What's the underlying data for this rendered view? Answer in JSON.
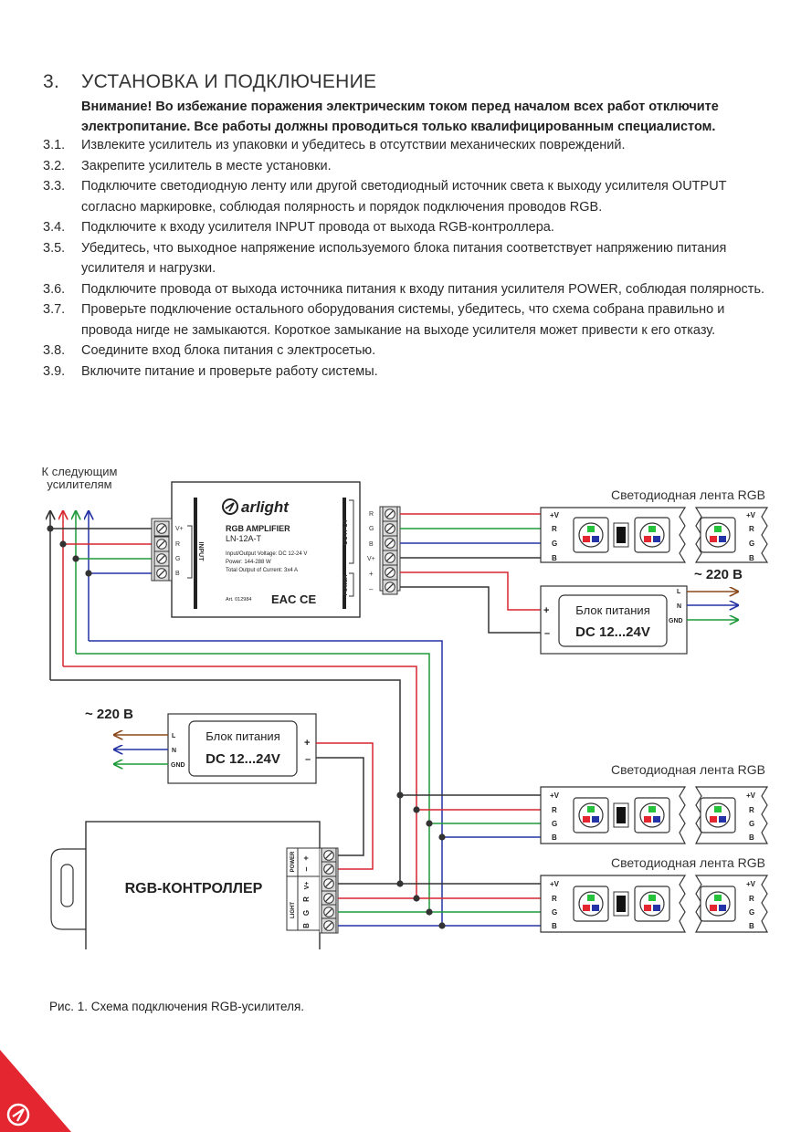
{
  "section": {
    "number": "3.",
    "title": "УСТАНОВКА И ПОДКЛЮЧЕНИЕ",
    "warning": "Внимание! Во избежание поражения электрическим током перед началом всех работ отключите электропитание. Все работы должны проводиться только квалифицированным специалистом."
  },
  "steps": [
    {
      "num": "3.1.",
      "text": "Извлеките усилитель из упаковки и убедитесь в отсутствии механических повреждений."
    },
    {
      "num": "3.2.",
      "text": "Закрепите усилитель в месте установки."
    },
    {
      "num": "3.3.",
      "text": "Подключите светодиодную ленту или другой светодиодный источник света к выходу усилителя OUTPUT согласно маркировке, соблюдая полярность и порядок подключения проводов RGB."
    },
    {
      "num": "3.4.",
      "text": "Подключите к входу усилителя INPUT провода от выхода RGB-контроллера."
    },
    {
      "num": "3.5.",
      "text": "Убедитесь, что выходное напряжение используемого блока питания соответствует напряжению питания усилителя и нагрузки."
    },
    {
      "num": "3.6.",
      "text": "Подключите провода от выхода источника питания к входу питания усилителя POWER, соблюдая полярность."
    },
    {
      "num": "3.7.",
      "text": "Проверьте подключение остального оборудования системы, убедитесь, что схема собрана правильно и провода нигде не замыкаются. Короткое замыкание на выходе усилителя может привести к его отказу."
    },
    {
      "num": "3.8.",
      "text": "Соедините вход блока питания с электросетью."
    },
    {
      "num": "3.9.",
      "text": "Включите питание и проверьте работу системы."
    }
  ],
  "diagram": {
    "next_amplifiers": [
      "К следующим",
      "усилителям"
    ],
    "amplifier": {
      "brand": "arlight",
      "title": "RGB AMPLIFIER",
      "model": "LN-12A-T",
      "spec1": "Input/Output Voltage: DC 12-24 V",
      "spec2": "Power: 144-288 W",
      "spec3": "Total Output of Current: 3x4 A",
      "art": "Art. 012984",
      "marks": "EAC CE",
      "input_label": "INPUT",
      "output_label": "OUTPUT",
      "power_label": "POWER",
      "input_pins": [
        "V+",
        "R",
        "G",
        "B"
      ],
      "output_pins": [
        "R",
        "G",
        "B",
        "V+"
      ],
      "power_pins": [
        "+",
        "–"
      ]
    },
    "strip_label": "Светодиодная лента RGB",
    "strip_pins": [
      "+V",
      "R",
      "G",
      "B"
    ],
    "mains": "~ 220 В",
    "psu": {
      "title": "Блок питания",
      "voltage": "DC 12...24V",
      "in_pins": [
        "L",
        "N",
        "GND"
      ],
      "out_pins": [
        "+",
        "–"
      ]
    },
    "controller": {
      "title": "RGB-КОНТРОЛЛЕР",
      "power_label": "POWER",
      "light_label": "LIGHT",
      "pins": [
        "V+",
        "R",
        "G",
        "B"
      ],
      "power_pins": [
        "+",
        "–"
      ]
    },
    "colors": {
      "red": "#d7262e",
      "green": "#1f9a3a",
      "blue": "#2433a5",
      "black": "#333333",
      "brown": "#8a4a1c",
      "accent": "#e3262f"
    }
  },
  "caption": "Рис. 1. Схема подключения RGB-усилителя."
}
